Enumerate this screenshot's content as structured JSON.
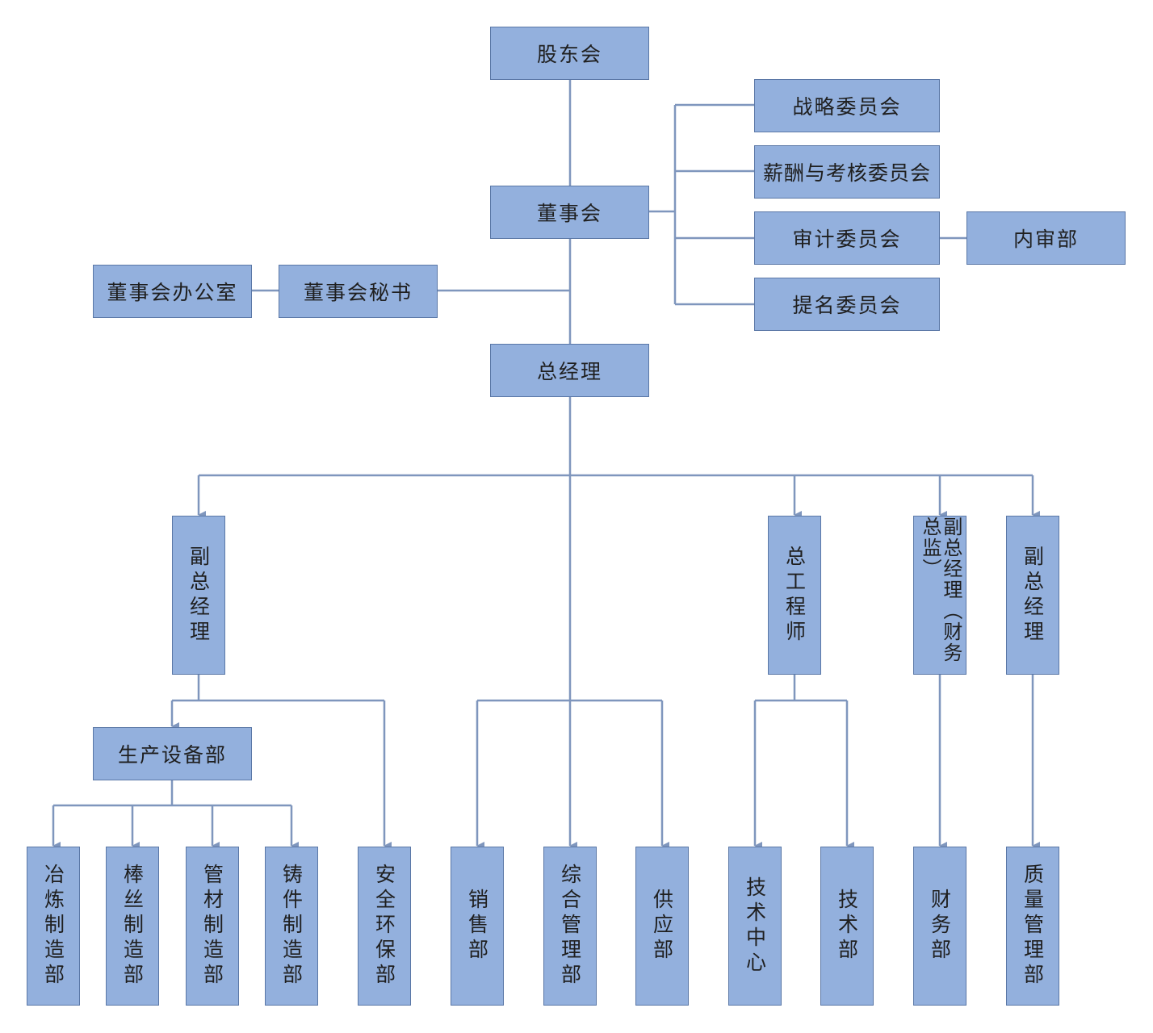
{
  "colors": {
    "box_fill": "#93b0dd",
    "box_border": "#5a77a6",
    "connector": "#7f96bd",
    "text": "#1f1f1f"
  },
  "nodes": {
    "shareholders": "股东会",
    "board": "董事会",
    "strategy_committee": "战略委员会",
    "compensation_committee": "薪酬与考核委员会",
    "audit_committee": "审计委员会",
    "internal_audit": "内审部",
    "nomination_committee": "提名委员会",
    "board_office": "董事会办公室",
    "board_secretary": "董事会秘书",
    "general_manager": "总经理",
    "deputy_gm_production": "副总经理",
    "chief_engineer": "总工程师",
    "cfo": "副总经理（财务总监）",
    "deputy_gm_quality": "副总经理",
    "production_equipment": "生产设备部",
    "smelting": "冶炼制造部",
    "rod_wire": "棒丝制造部",
    "tube": "管材制造部",
    "casting": "铸件制造部",
    "safety_env": "安全环保部",
    "sales": "销售部",
    "admin": "综合管理部",
    "supply": "供应部",
    "tech_center": "技术中心",
    "tech_dept": "技术部",
    "finance": "财务部",
    "quality": "质量管理部"
  }
}
